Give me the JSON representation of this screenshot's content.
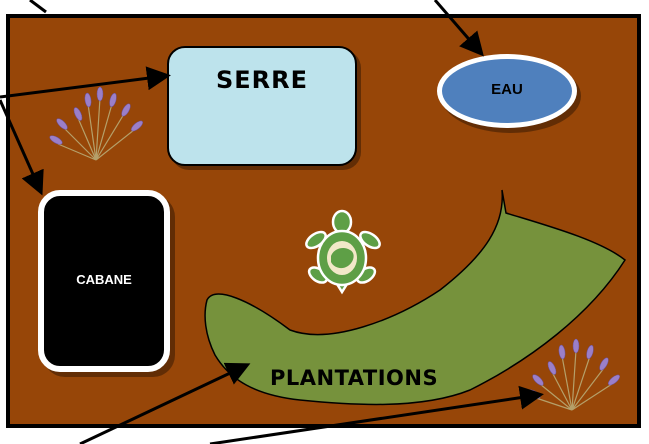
{
  "labels": {
    "serre": "SERRE",
    "eau": "EAU",
    "cabane": "CABANE",
    "plantations": "PLANTATIONS"
  },
  "colors": {
    "ground": "#974608",
    "serre": "#bde3ec",
    "eau": "#4f80bd",
    "cabane": "#000000",
    "plantations": "#76923c",
    "turtle": "#5e9f46",
    "lavender": "#9b7fc8"
  },
  "icons": [
    "turtle-logo-icon",
    "lavender-plant-icon",
    "arrow-icon"
  ]
}
